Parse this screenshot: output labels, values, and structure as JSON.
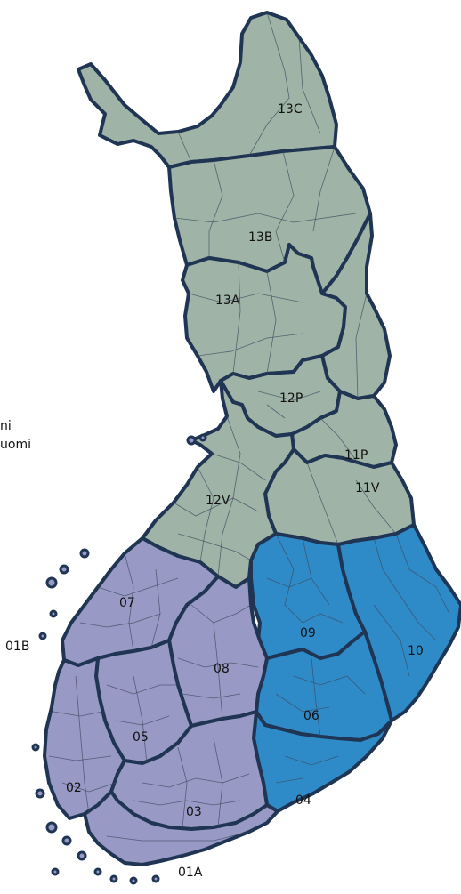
{
  "legend": {
    "north_fragment": "ni",
    "south_fragment": "uomi"
  },
  "colors": {
    "north_finland": "#9fb3a6",
    "west_finland": "#9899c5",
    "east_finland": "#2f8ac8",
    "border": "#1f3553"
  },
  "regions": [
    {
      "code": "13C",
      "group": "north_finland"
    },
    {
      "code": "13B",
      "group": "north_finland"
    },
    {
      "code": "13A",
      "group": "north_finland"
    },
    {
      "code": "12P",
      "group": "north_finland"
    },
    {
      "code": "12V",
      "group": "north_finland"
    },
    {
      "code": "11P",
      "group": "north_finland"
    },
    {
      "code": "11V",
      "group": "north_finland"
    },
    {
      "code": "10",
      "group": "east_finland"
    },
    {
      "code": "09",
      "group": "east_finland"
    },
    {
      "code": "06",
      "group": "east_finland"
    },
    {
      "code": "04",
      "group": "east_finland"
    },
    {
      "code": "07",
      "group": "west_finland"
    },
    {
      "code": "08",
      "group": "west_finland"
    },
    {
      "code": "05",
      "group": "west_finland"
    },
    {
      "code": "03",
      "group": "west_finland"
    },
    {
      "code": "02",
      "group": "west_finland"
    },
    {
      "code": "01A",
      "group": "west_finland"
    },
    {
      "code": "01B",
      "group": "west_finland"
    }
  ]
}
